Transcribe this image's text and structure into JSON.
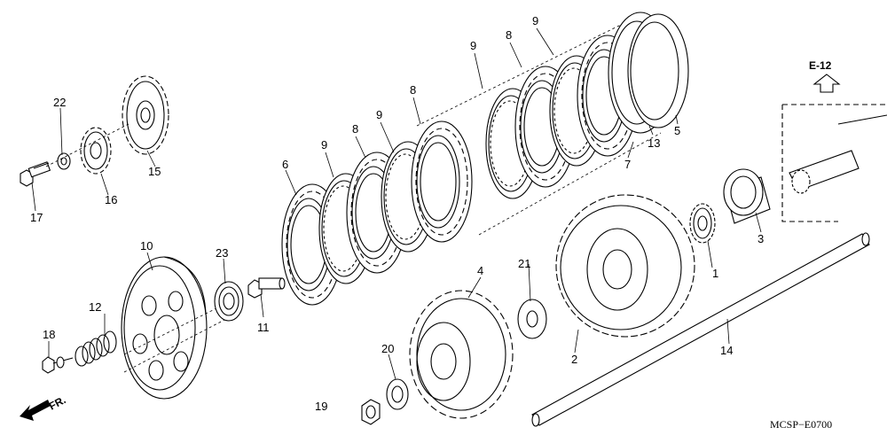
{
  "diagram": {
    "part_labels": [
      {
        "id": "p1",
        "text": "1"
      },
      {
        "id": "p2",
        "text": "2"
      },
      {
        "id": "p3",
        "text": "3"
      },
      {
        "id": "p4",
        "text": "4"
      },
      {
        "id": "p5",
        "text": "5"
      },
      {
        "id": "p6",
        "text": "6"
      },
      {
        "id": "p7",
        "text": "7"
      },
      {
        "id": "p8a",
        "text": "8"
      },
      {
        "id": "p8b",
        "text": "8"
      },
      {
        "id": "p8c",
        "text": "8"
      },
      {
        "id": "p9a",
        "text": "9"
      },
      {
        "id": "p9b",
        "text": "9"
      },
      {
        "id": "p9c",
        "text": "9"
      },
      {
        "id": "p9d",
        "text": "9"
      },
      {
        "id": "p10",
        "text": "10"
      },
      {
        "id": "p11",
        "text": "11"
      },
      {
        "id": "p12",
        "text": "12"
      },
      {
        "id": "p13",
        "text": "13"
      },
      {
        "id": "p14",
        "text": "14"
      },
      {
        "id": "p15",
        "text": "15"
      },
      {
        "id": "p16",
        "text": "16"
      },
      {
        "id": "p17",
        "text": "17"
      },
      {
        "id": "p18",
        "text": "18"
      },
      {
        "id": "p19",
        "text": "19"
      },
      {
        "id": "p20",
        "text": "20"
      },
      {
        "id": "p21",
        "text": "21"
      },
      {
        "id": "p22",
        "text": "22"
      },
      {
        "id": "p23",
        "text": "23"
      }
    ],
    "reference": "E-12",
    "front_marker": "FR.",
    "drawing_code": "MCSP−E0700"
  }
}
